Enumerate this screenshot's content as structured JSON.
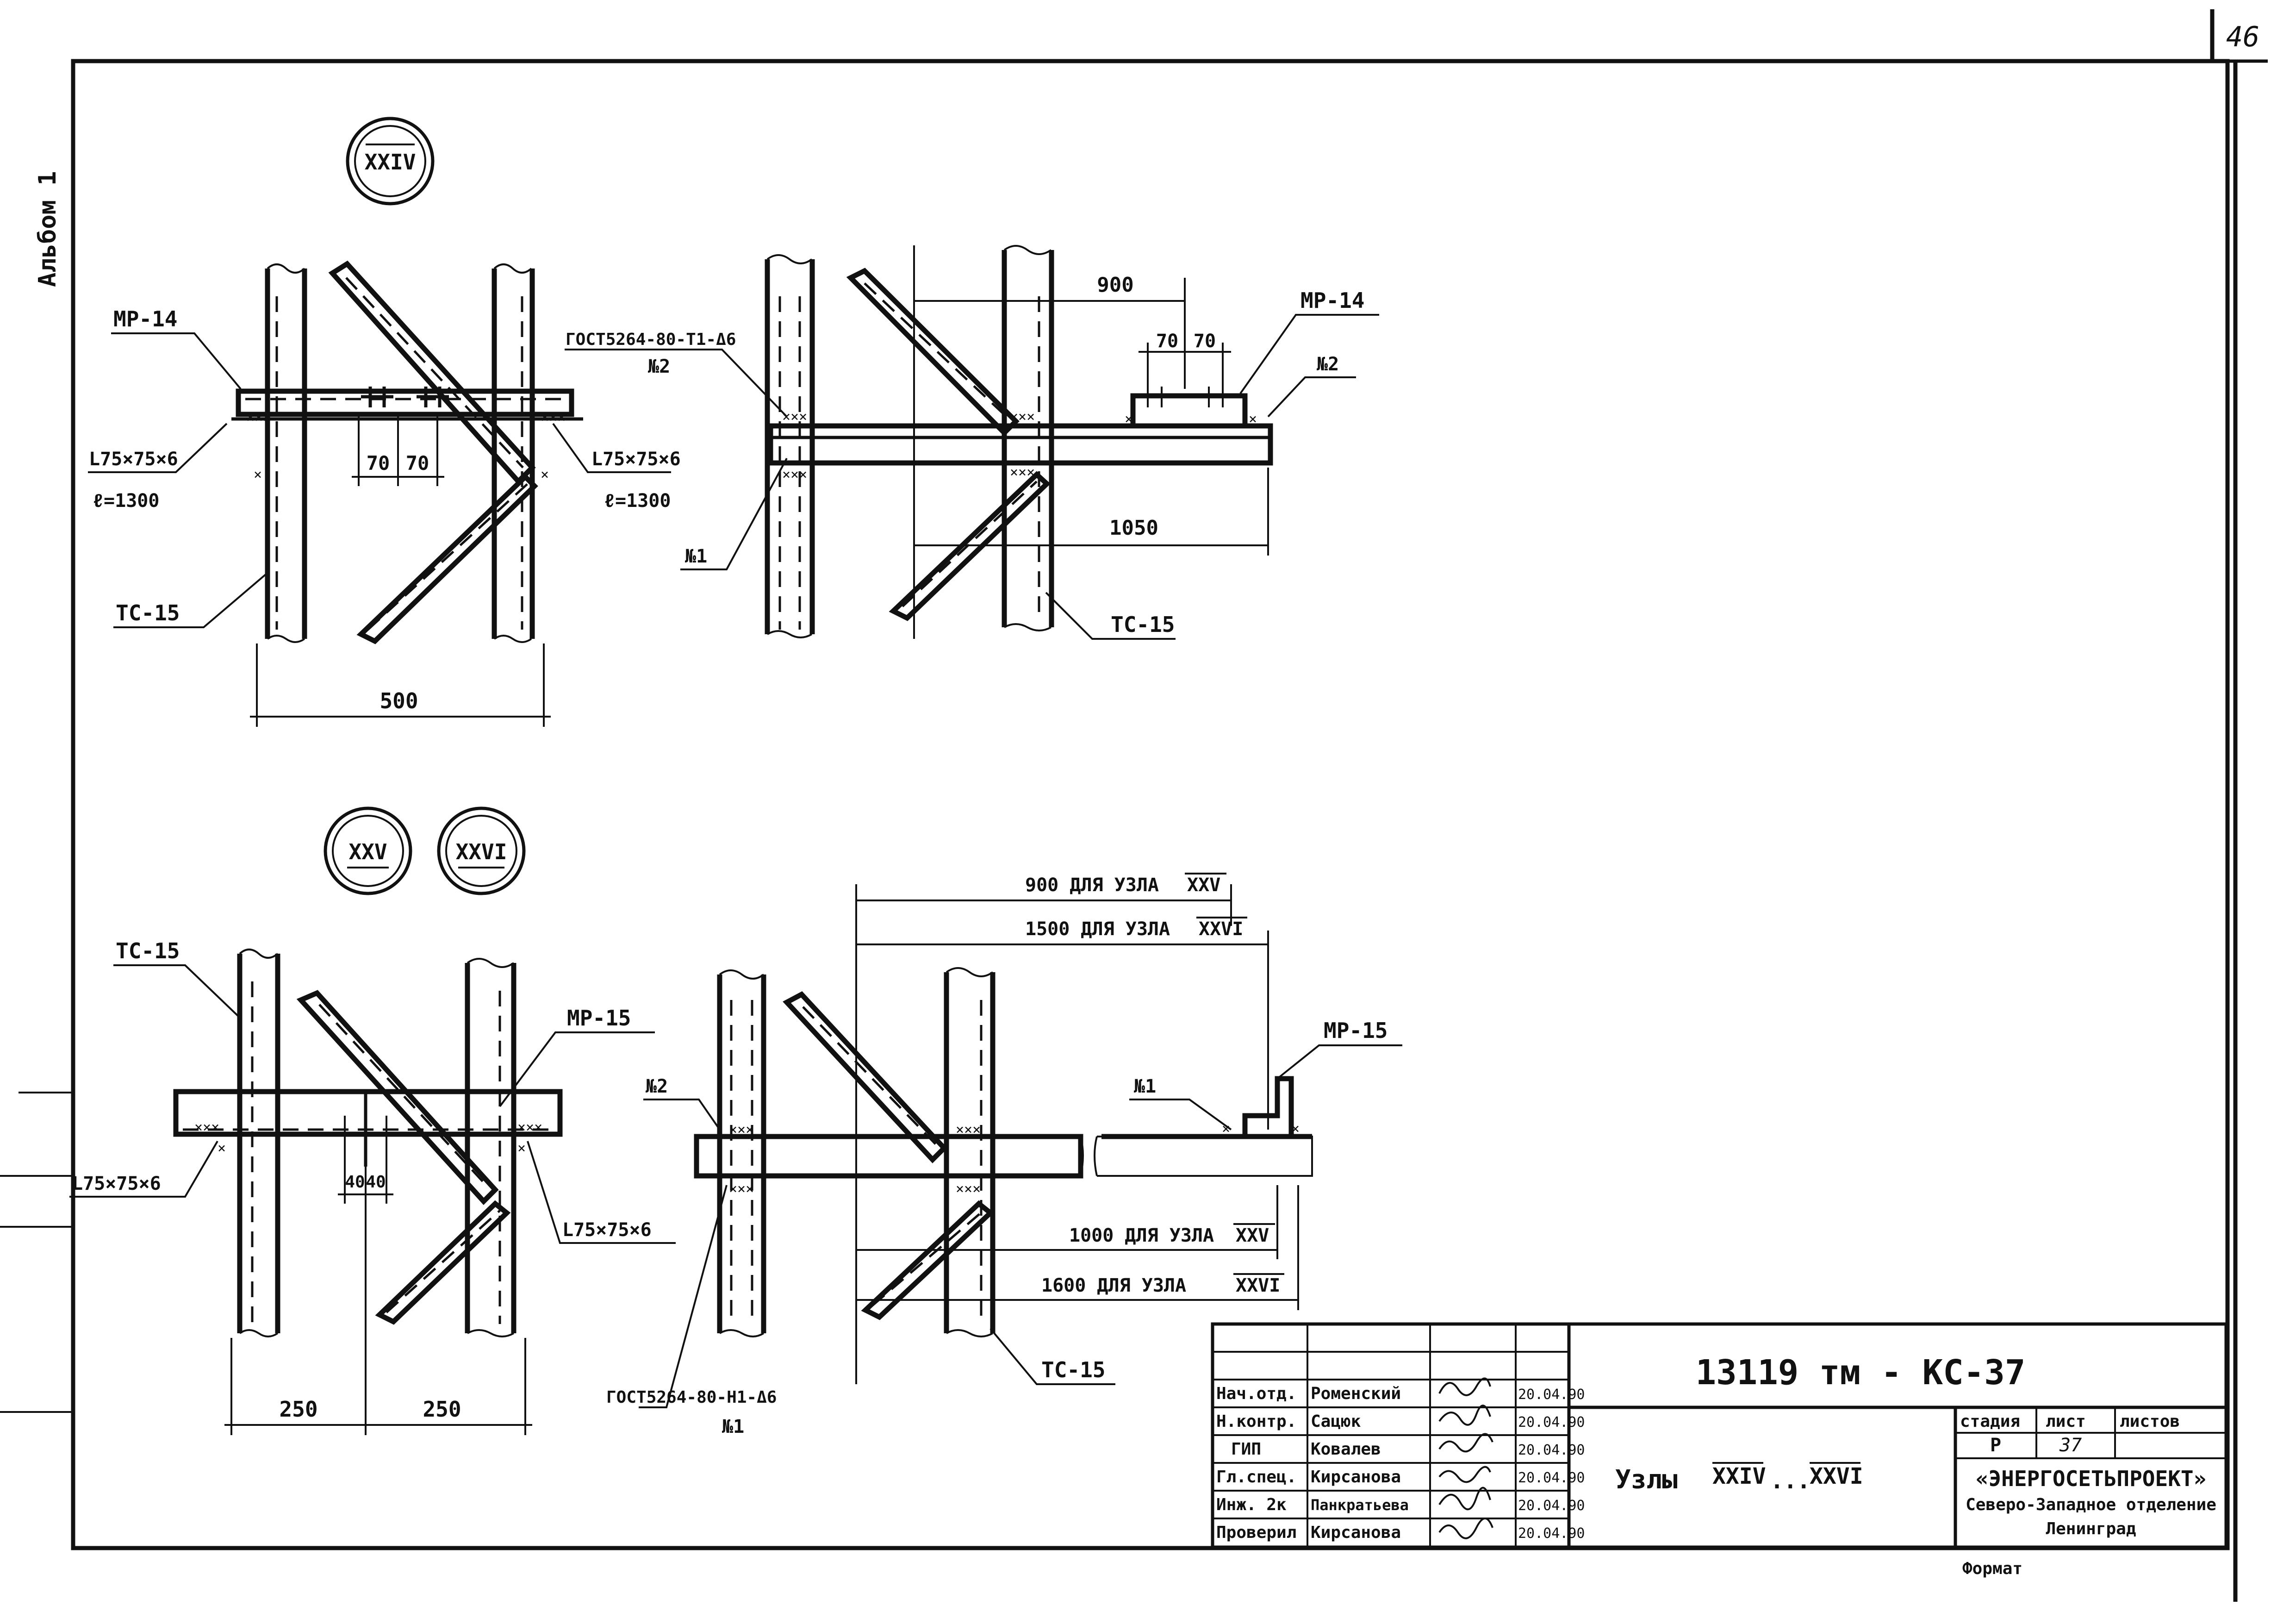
{
  "sheet": {
    "page_number": "46",
    "album": "Альбом 1",
    "format_label": "Формат"
  },
  "nodes": {
    "xxiv": "XXIV",
    "xxv": "XXV",
    "xxvi": "XXVI"
  },
  "top": {
    "mp14_left": "МР-14",
    "angle_left": "L75×75×6",
    "len_left": "ℓ=1300",
    "angle_right": "L75×75×6",
    "len_right": "ℓ=1300",
    "tc_left": "ТС-15",
    "dim_500": "500",
    "dim_70a": "70",
    "dim_70b": "70",
    "gost_right": "ГОСТ5264-80-Т1-Δ6",
    "n2_right": "№2",
    "n1_right": "№1",
    "dim_900": "900",
    "dim_70c": "70",
    "dim_70d": "70",
    "mp14_right": "МР-14",
    "n2_far": "№2",
    "dim_1050": "1050",
    "tc_right": "ТС-15"
  },
  "bottom": {
    "tc_left": "ТС-15",
    "mp15_left": "МР-15",
    "angle_left": "L75×75×6",
    "angle_right": "L75×75×6",
    "dim_40a": "40",
    "dim_40b": "40",
    "dim_250a": "250",
    "dim_250b": "250",
    "n2": "№2",
    "dim_900_xxv": "900 ДЛЯ УЗЛА",
    "dim_900_node": "XXV",
    "dim_1500_xxvi": "1500 ДЛЯ УЗЛА",
    "dim_1500_node": "XXVI",
    "mp15_right": "МР-15",
    "n1_far": "№1",
    "dim_1000_xxv": "1000 ДЛЯ УЗЛА",
    "dim_1000_node": "XXV",
    "dim_1600_xxvi": "1600 ДЛЯ УЗЛА",
    "dim_1600_node": "XXVI",
    "gost": "ГОСТ5264-80-Н1-Δ6",
    "n1": "№1",
    "tc_right": "ТС-15"
  },
  "title_block": {
    "doc_code": "13119 тм - КС-37",
    "title_prefix": "Узлы",
    "title_from": "XXIV",
    "title_sep": "...",
    "title_to": "XXVI",
    "stage_header": "стадия",
    "sheet_header": "лист",
    "sheets_header": "листов",
    "stage": "Р",
    "sheet": "37",
    "sheets": "",
    "org1": "«ЭНЕРГОСЕТЬПРОЕКТ»",
    "org2": "Северо-Западное отделение",
    "org3": "Ленинград",
    "rows": [
      {
        "role": "Нач.отд.",
        "name": "Роменский",
        "date": "20.04.90"
      },
      {
        "role": "Н.контр.",
        "name": "Сацюк",
        "date": "20.04.90"
      },
      {
        "role": "ГИП",
        "name": "Ковалев",
        "date": "20.04.90"
      },
      {
        "role": "Гл.спец.",
        "name": "Кирсанова",
        "date": "20.04.90"
      },
      {
        "role": "Инж. 2к",
        "name": "Панкратьева",
        "date": "20.04.90"
      },
      {
        "role": "Проверил",
        "name": "Кирсанова",
        "date": "20.04.90"
      }
    ]
  }
}
